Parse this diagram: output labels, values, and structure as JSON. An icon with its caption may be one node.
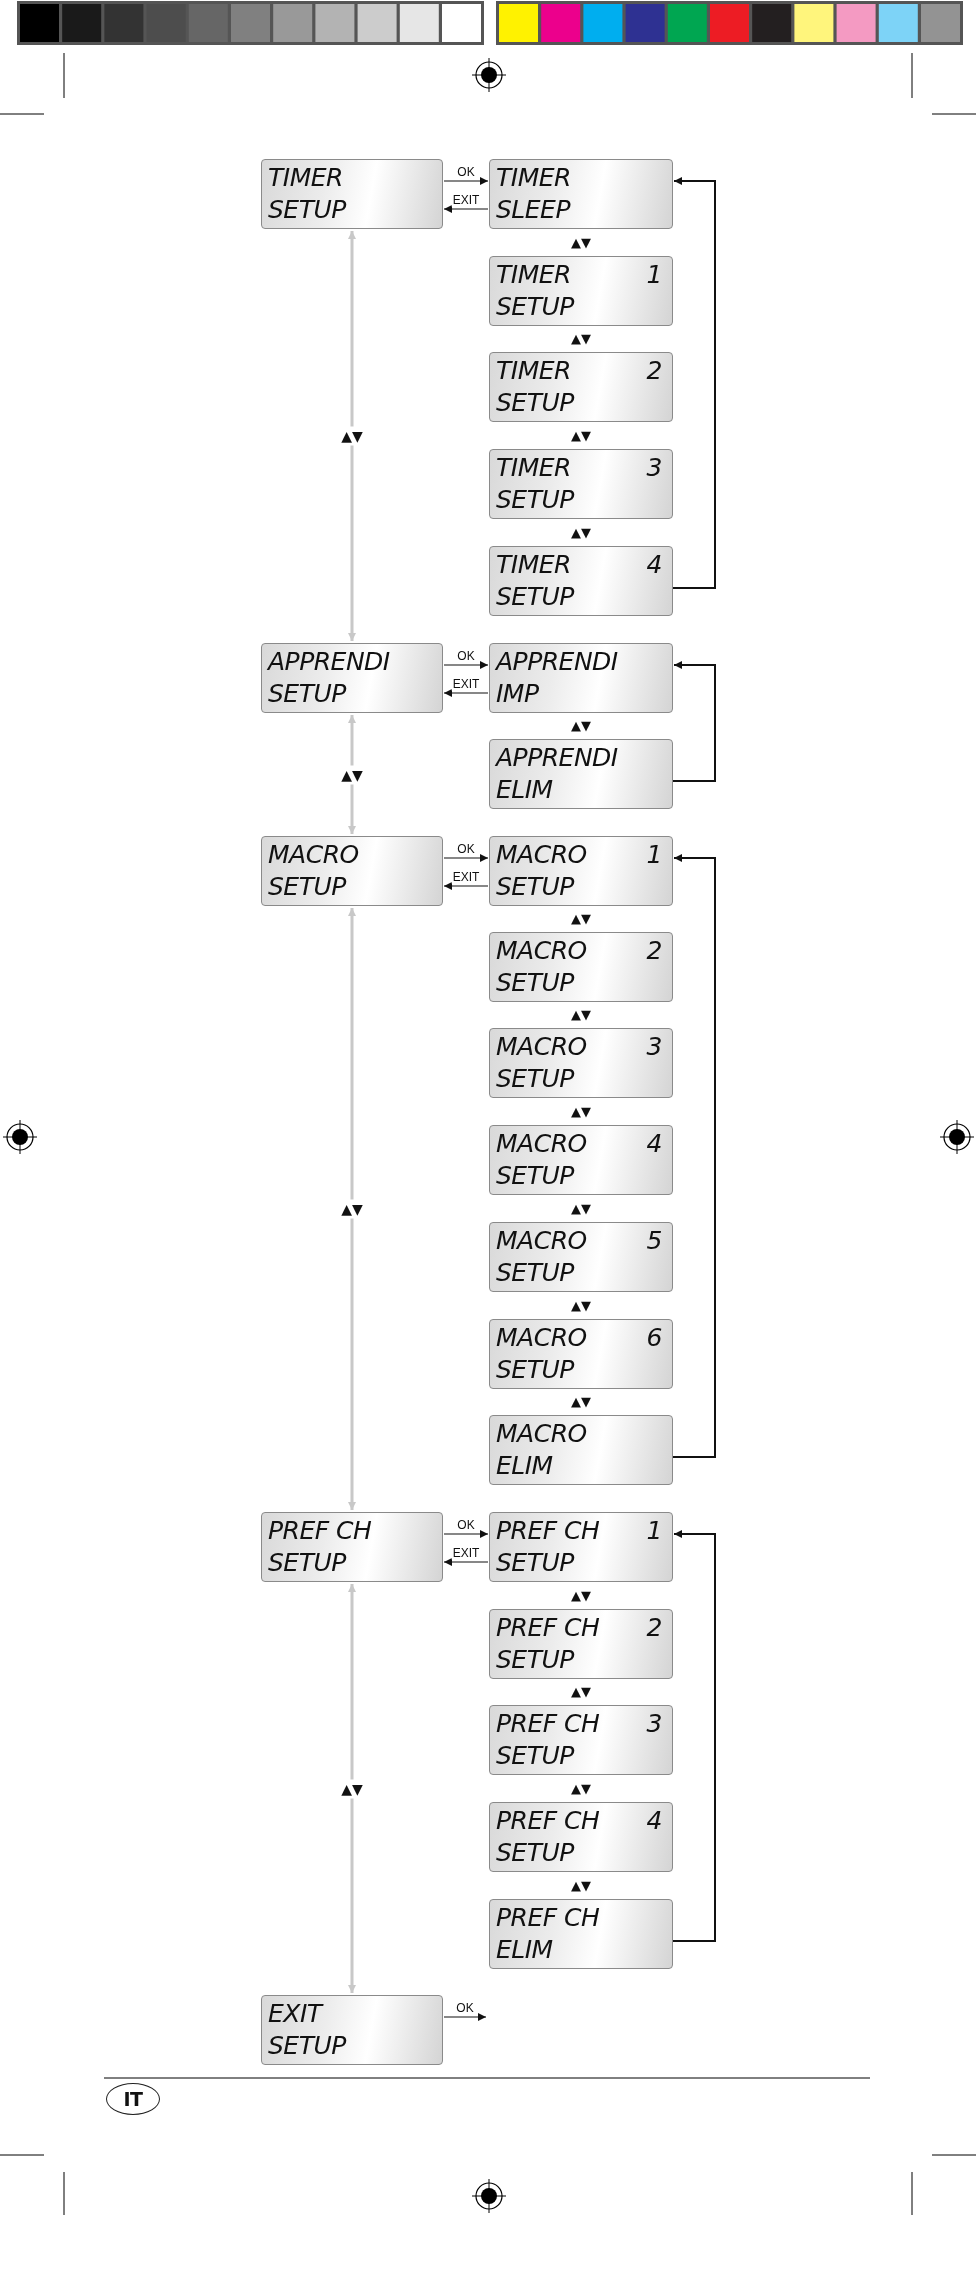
{
  "diagram": {
    "nodes": [
      {
        "text": [
          "TIMER",
          "SETUP"
        ]
      },
      {
        "text": [
          "TIMER",
          "SLEEP"
        ]
      },
      {
        "text": [
          "TIMER",
          "1",
          "SETUP"
        ]
      },
      {
        "text": [
          "TIMER",
          "2",
          "SETUP"
        ]
      },
      {
        "text": [
          "TIMER",
          "3",
          "SETUP"
        ]
      },
      {
        "text": [
          "TIMER",
          "4",
          "SETUP"
        ]
      },
      {
        "text": [
          "APPRENDI",
          "SETUP"
        ]
      },
      {
        "text": [
          "APPRENDI",
          "IMP"
        ]
      },
      {
        "text": [
          "APPRENDI",
          "ELIM"
        ]
      },
      {
        "text": [
          "MACRO",
          "SETUP"
        ]
      },
      {
        "text": [
          "MACRO",
          "1",
          "SETUP"
        ]
      },
      {
        "text": [
          "MACRO",
          "2",
          "SETUP"
        ]
      },
      {
        "text": [
          "MACRO",
          "3",
          "SETUP"
        ]
      },
      {
        "text": [
          "MACRO",
          "4",
          "SETUP"
        ]
      },
      {
        "text": [
          "MACRO",
          "5",
          "SETUP"
        ]
      },
      {
        "text": [
          "MACRO",
          "6",
          "SETUP"
        ]
      },
      {
        "text": [
          "MACRO",
          "ELIM"
        ]
      },
      {
        "text": [
          "PREF CH",
          "SETUP"
        ]
      },
      {
        "text": [
          "PREF CH",
          "1",
          "SETUP"
        ]
      },
      {
        "text": [
          "PREF CH",
          "2",
          "SETUP"
        ]
      },
      {
        "text": [
          "PREF CH",
          "3",
          "SETUP"
        ]
      },
      {
        "text": [
          "PREF CH",
          "4",
          "SETUP"
        ]
      },
      {
        "text": [
          "PREF CH",
          "ELIM"
        ]
      },
      {
        "text": [
          "EXIT",
          "SETUP"
        ]
      },
      {
        "text": [
          "IT"
        ]
      }
    ],
    "edges": [
      {
        "from": 0,
        "to": 1,
        "arrow": "to",
        "label": "OK"
      },
      {
        "from": 1,
        "to": 0,
        "arrow": "to",
        "label": "EXIT"
      },
      {
        "from": 5,
        "to": 1,
        "arrow": "to"
      },
      {
        "from": 6,
        "to": 7,
        "arrow": "to",
        "label": "OK"
      },
      {
        "from": 7,
        "to": 6,
        "arrow": "to",
        "label": "EXIT"
      },
      {
        "from": 8,
        "to": 7,
        "arrow": "to"
      },
      {
        "from": 9,
        "to": 10,
        "arrow": "to",
        "label": "OK"
      },
      {
        "from": 10,
        "to": 9,
        "arrow": "to",
        "label": "EXIT"
      },
      {
        "from": 16,
        "to": 10,
        "arrow": "to"
      },
      {
        "from": 17,
        "to": 18,
        "arrow": "to",
        "label": "OK"
      },
      {
        "from": 18,
        "to": 17,
        "arrow": "to",
        "label": "EXIT"
      },
      {
        "from": 22,
        "to": 18,
        "arrow": "to"
      },
      {
        "from": 23,
        "to": null,
        "arrow": "to",
        "label": "OK"
      },
      {
        "from": 0,
        "to": 6,
        "arrow": "both",
        "label": "▲▼",
        "color": "#c8c8c8"
      },
      {
        "from": 6,
        "to": 9,
        "arrow": "both",
        "label": "▲▼",
        "color": "#c8c8c8"
      },
      {
        "from": 9,
        "to": 17,
        "arrow": "both",
        "label": "▲▼",
        "color": "#c8c8c8"
      },
      {
        "from": 17,
        "to": 23,
        "arrow": "both",
        "label": "▲▼",
        "color": "#c8c8c8"
      }
    ],
    "labels": [
      "▲▼",
      "▲▼",
      "▲▼",
      "▲▼",
      "▲▼",
      "▲▼",
      "▲▼",
      "▲▼",
      "▲▼",
      "▲▼",
      "▲▼",
      "▲▼",
      "▲▼",
      "▲▼",
      "▲▼"
    ]
  }
}
